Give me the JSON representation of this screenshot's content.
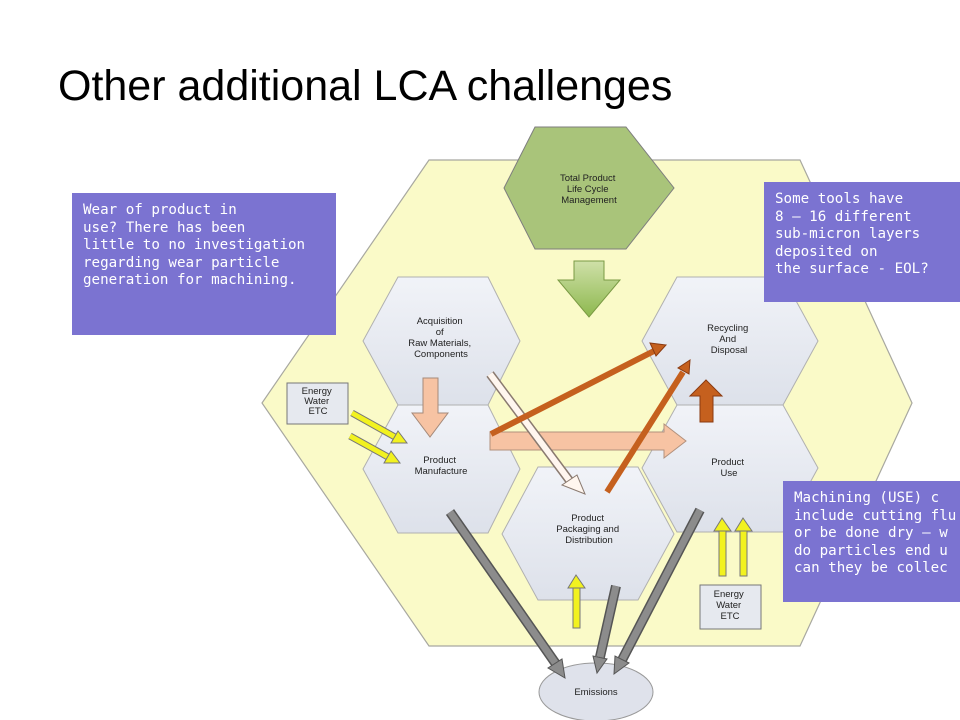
{
  "slide": {
    "title": "Other additional LCA challenges"
  },
  "diagram": {
    "hexagons": {
      "top": [
        "Total Product",
        "Life Cycle",
        "Management"
      ],
      "acquisition": [
        "Acquisition",
        "of",
        "Raw Materials,",
        "Components"
      ],
      "recycling": [
        "Recycling",
        "And",
        "Disposal"
      ],
      "manufacture": [
        "Product",
        "Manufacture"
      ],
      "use": [
        "Product",
        "Use"
      ],
      "packaging": [
        "Product",
        "Packaging and",
        "Distribution"
      ]
    },
    "emissions": "Emissions",
    "energy_left": [
      "Energy",
      "Water",
      "ETC"
    ],
    "energy_right": [
      "Energy",
      "Water",
      "ETC"
    ]
  },
  "notes": {
    "wear": [
      "Wear of product in",
      "use? There has been",
      "little to no investigation",
      "regarding wear particle",
      "generation for machining."
    ],
    "tools": [
      "Some tools have",
      "8 – 16 different",
      "sub-micron layers",
      "deposited on",
      "the surface  - EOL?"
    ],
    "machining": [
      "Machining (USE) c",
      "include cutting flu",
      "or be done dry – w",
      "do particles end u",
      "can they be collec"
    ]
  },
  "colors": {
    "big_hex": "#fafac8",
    "top_hex": "#a9c47a",
    "inner_hex": "#e9ecf3",
    "note_bg": "#7b73d1",
    "orange_arrow": "#c5601e",
    "peach_arrow": "#f7c3a3",
    "yellow_arrow": "#f2f21f",
    "gray_arrow": "#8c8c8c"
  }
}
